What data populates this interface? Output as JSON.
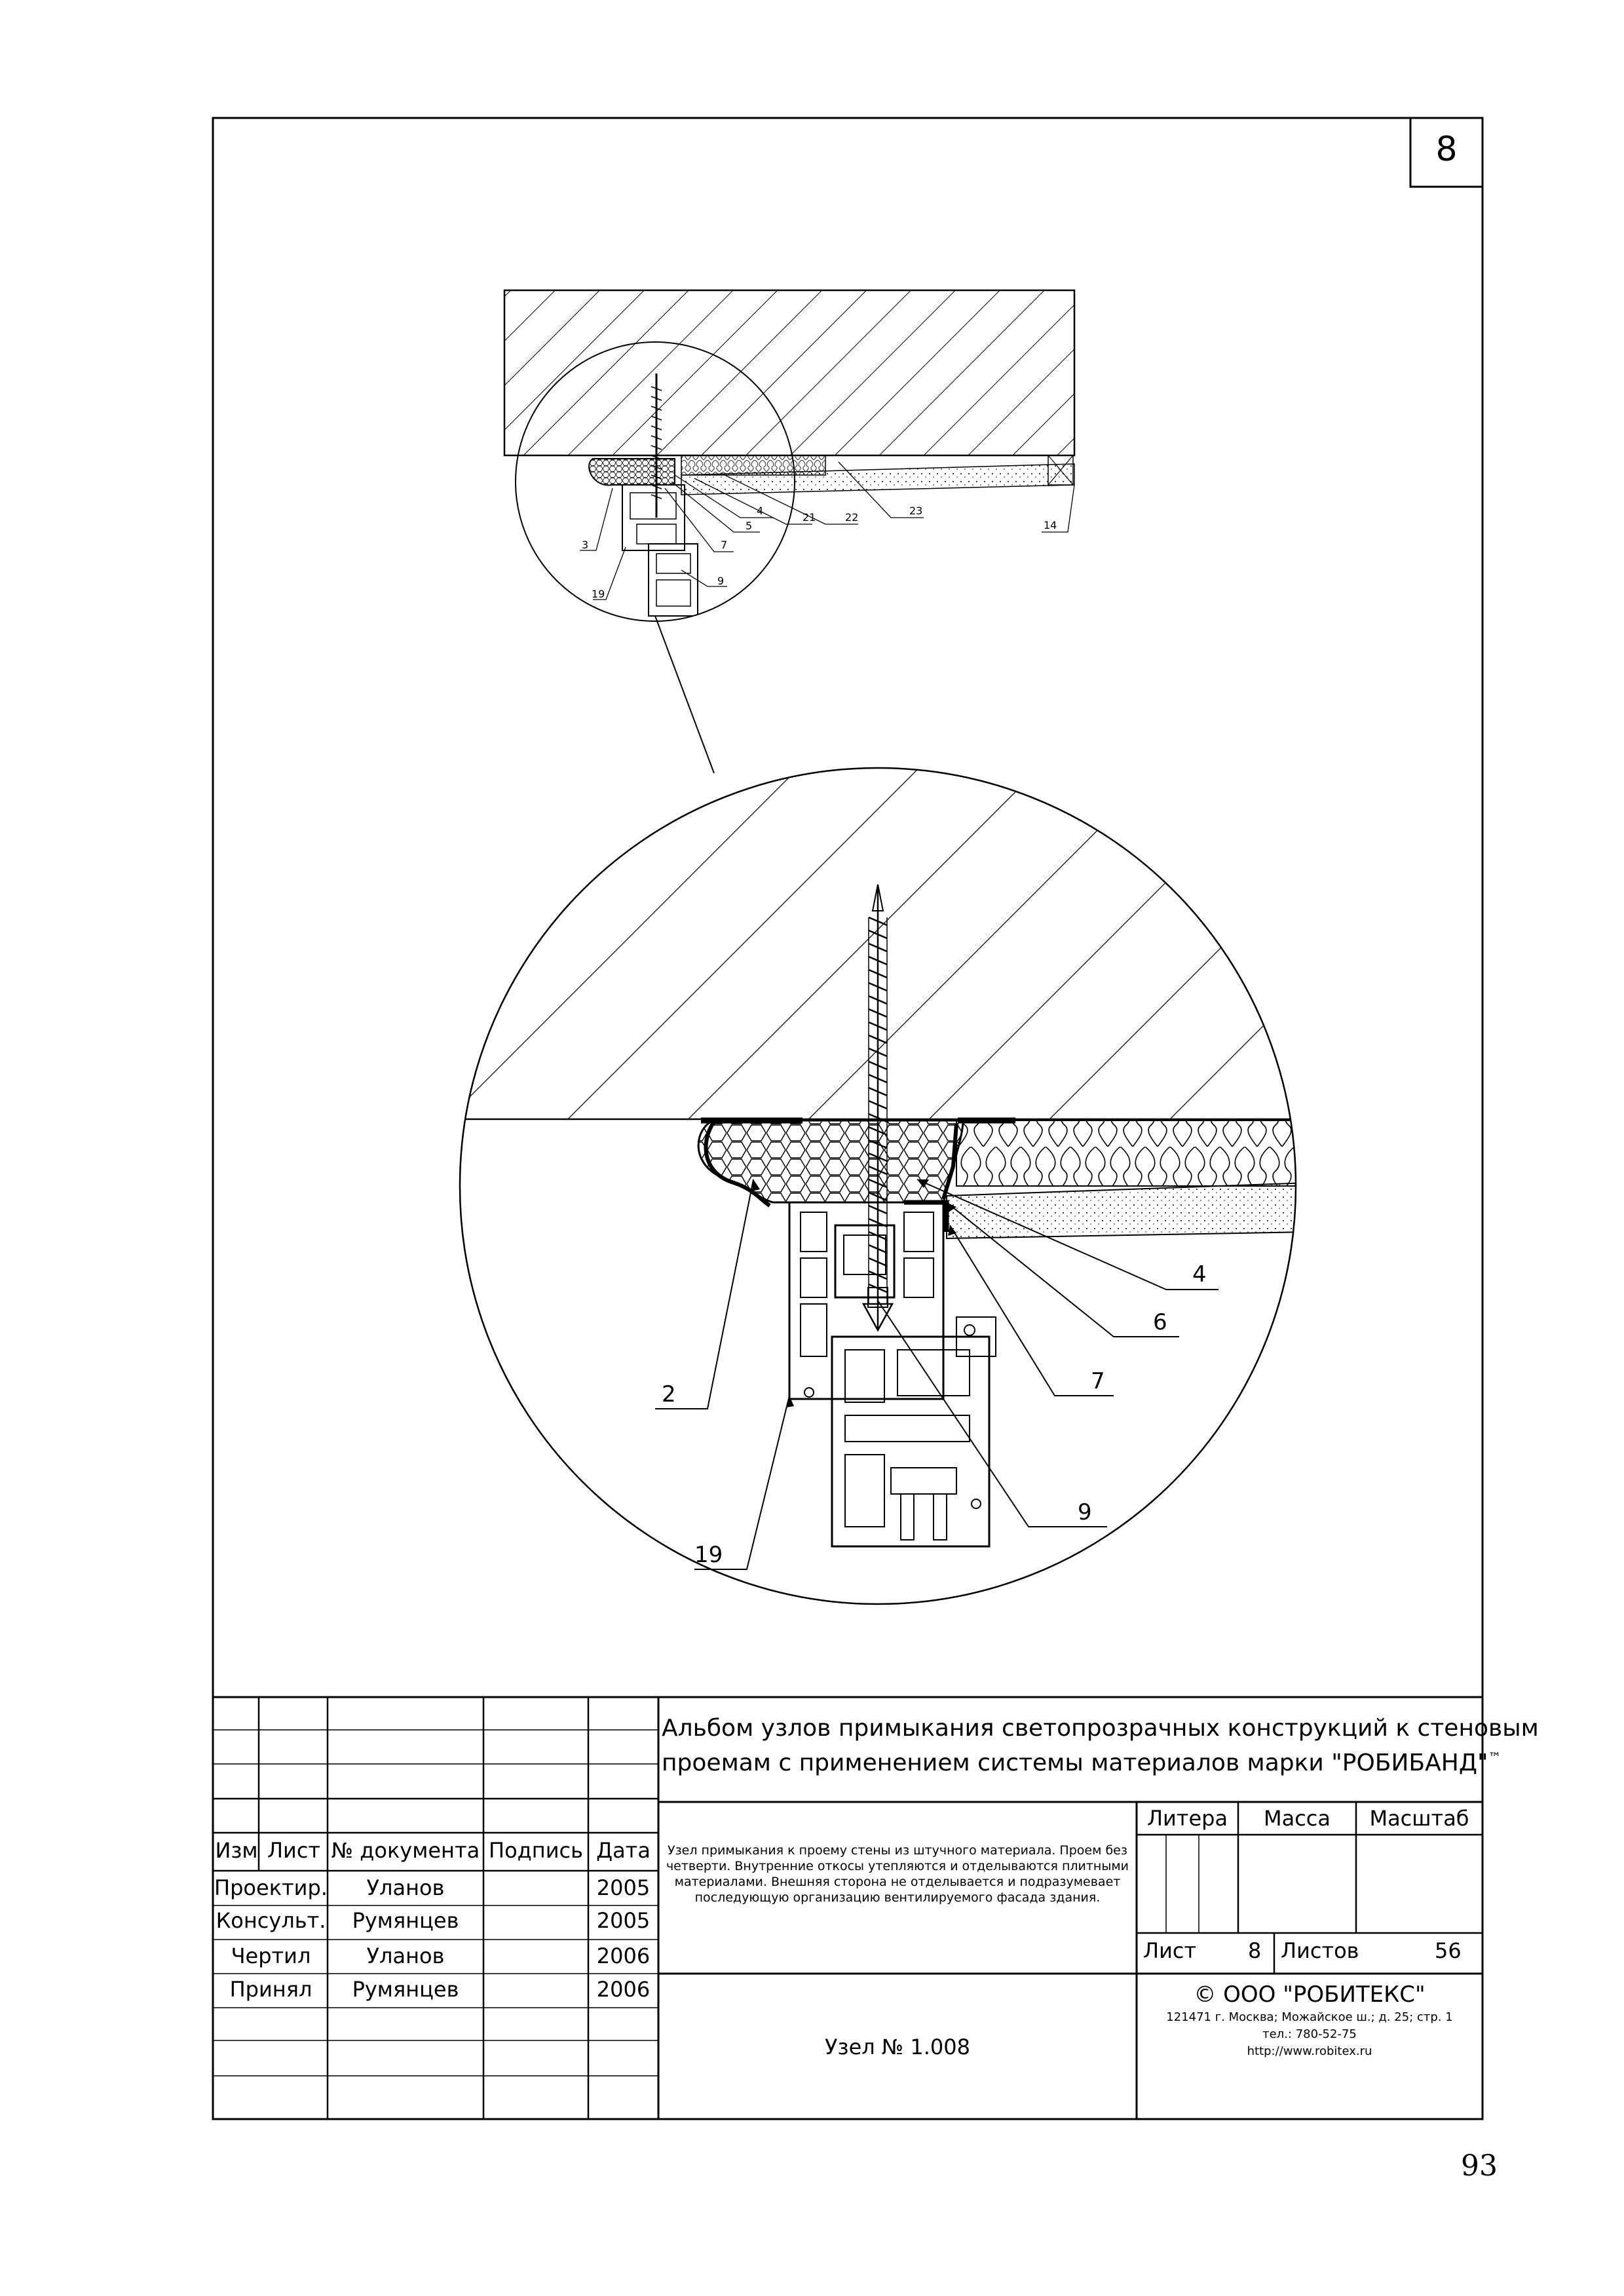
{
  "sheet": {
    "number": "8",
    "page_number": "93"
  },
  "callouts": {
    "overview": [
      "4",
      "5",
      "7",
      "21",
      "22",
      "23",
      "14",
      "3",
      "19",
      "9"
    ],
    "detail": [
      "4",
      "6",
      "7",
      "2",
      "9",
      "19"
    ]
  },
  "title_block": {
    "headers": {
      "izm": "Изм",
      "list": "Лист",
      "doc": "№ документа",
      "sign": "Подпись",
      "date": "Дата"
    },
    "rows": [
      {
        "role": "Проектир.",
        "name": "Уланов",
        "date": "2005"
      },
      {
        "role": "Консульт.",
        "name": "Румянцев",
        "date": "2005"
      },
      {
        "role": "Чертил",
        "name": "Уланов",
        "date": "2006"
      },
      {
        "role": "Принял",
        "name": "Румянцев",
        "date": "2006"
      }
    ],
    "album_title_1": "Альбом узлов примыкания светопрозрачных конструкций к стеновым",
    "album_title_2": "проемам с применением системы материалов марки \"РОБИБАНД\"",
    "trademark": "™",
    "description": [
      "Узел примыкания к проему стены из штучного материала. Проем без",
      "четверти. Внутренние откосы утепляются и отделываются плитными",
      "материалами. Внешняя сторона не отделывается и подразумевает",
      "последующую организацию вентилируемого фасада здания."
    ],
    "litera_label": "Литера",
    "massa_label": "Масса",
    "masshtab_label": "Масштаб",
    "sheet_label": "Лист",
    "sheet_value": "8",
    "sheets_label": "Листов",
    "sheets_value": "56",
    "node": "Узел № 1.008",
    "company": "©   ООО \"РОБИТЕКС\"",
    "address": "121471 г. Москва; Можайское ш.; д. 25; стр. 1",
    "phone": "тел.: 780-52-75",
    "url": "http://www.robitex.ru"
  }
}
